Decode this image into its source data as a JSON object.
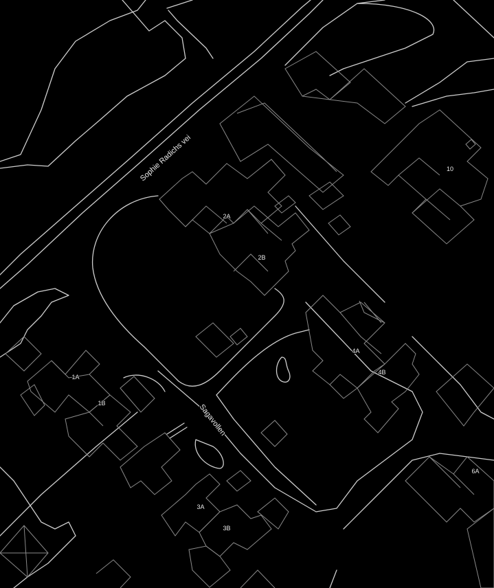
{
  "map": {
    "streets": {
      "sophie": "Sophie Radichs vei",
      "sagavollen": "Sagavollen"
    },
    "house_numbers": {
      "n1A": "1A",
      "n1B": "1B",
      "n2A": "2A",
      "n2B": "2B",
      "n3A": "3A",
      "n3B": "3B",
      "n4A": "4A",
      "n4B": "4B",
      "n6A": "6A",
      "n10": "10"
    },
    "colors": {
      "background": "#000000",
      "road_outline": "#cfcfcf",
      "building_outline": "#8a8a8a",
      "label_text": "#e9e9e9"
    }
  }
}
